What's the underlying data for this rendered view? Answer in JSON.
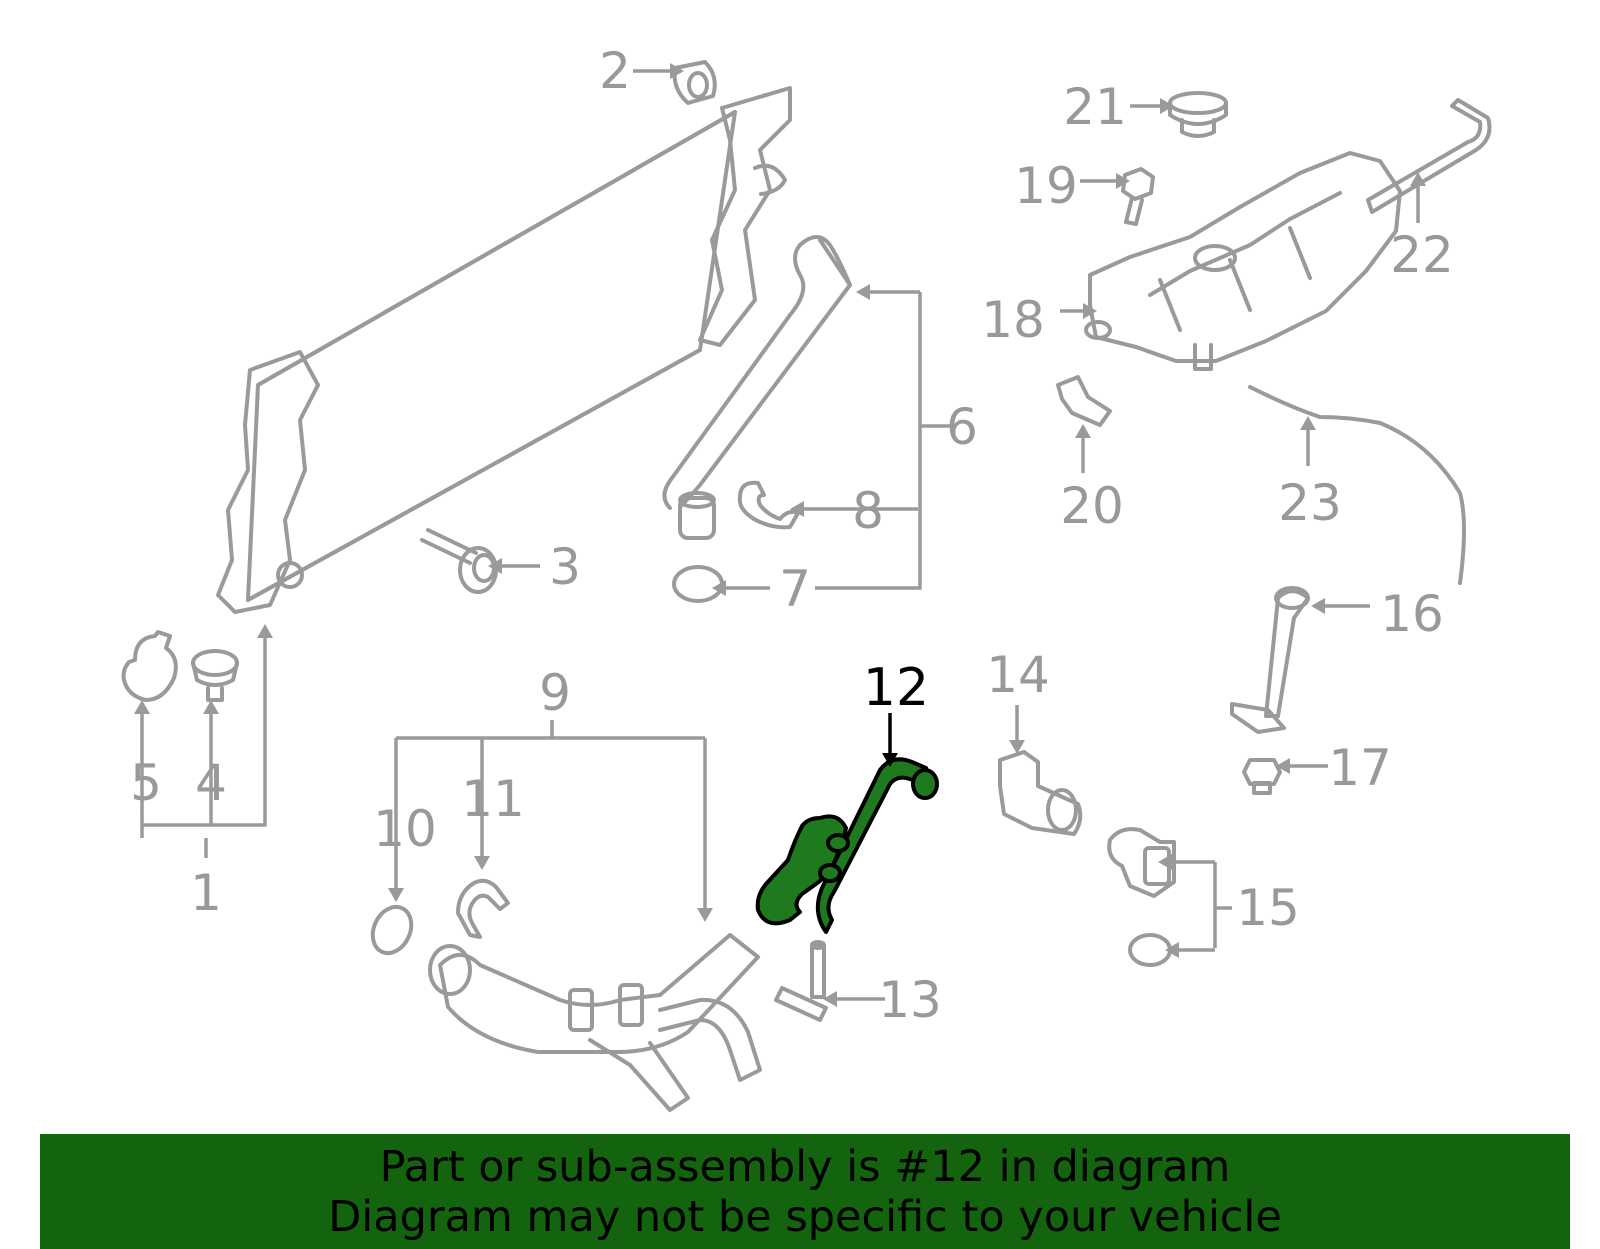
{
  "callouts": {
    "c1": "1",
    "c2": "2",
    "c3": "3",
    "c4": "4",
    "c5": "5",
    "c6": "6",
    "c7": "7",
    "c8": "8",
    "c9": "9",
    "c10": "10",
    "c11": "11",
    "c12": "12",
    "c13": "13",
    "c14": "14",
    "c15": "15",
    "c16": "16",
    "c17": "17",
    "c18": "18",
    "c19": "19",
    "c20": "20",
    "c21": "21",
    "c22": "22",
    "c23": "23"
  },
  "highlighted_part": "12",
  "banner": {
    "line1": "Part or sub-assembly is #12 in diagram",
    "line2": "Diagram may not be specific to your vehicle"
  },
  "colors": {
    "highlight_fill": "#1f7a1f",
    "banner_background": "#14640f",
    "part_outline": "#9a9a9a"
  }
}
